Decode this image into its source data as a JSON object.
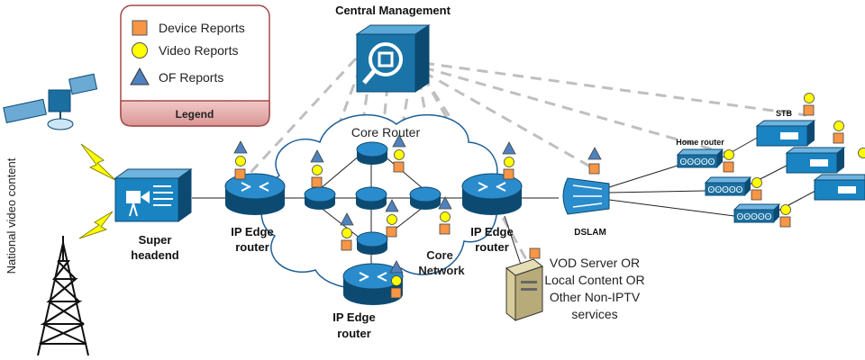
{
  "title": "Central Management",
  "legend": {
    "items": [
      {
        "shape": "square",
        "label": "Device Reports",
        "color": "#f79646"
      },
      {
        "shape": "circle",
        "label": "Video Reports",
        "color": "#ffff00"
      },
      {
        "shape": "triangle",
        "label": "OF Reports",
        "color": "#4f81bd"
      }
    ],
    "footer": "Legend"
  },
  "labels": {
    "core_router": "Core Router",
    "core_network": [
      "Core",
      "Network"
    ],
    "super_headend": [
      "Super",
      "headend"
    ],
    "ip_edge_left": [
      "IP Edge",
      "router"
    ],
    "ip_edge_right": [
      "IP Edge",
      "router"
    ],
    "ip_edge_bottom": [
      "IP Edge",
      "router"
    ],
    "dslam": "DSLAM",
    "home_router": "Home router",
    "stb": "STB",
    "vod": [
      "VOD Server OR",
      "Local Content OR",
      "Other Non-IPTV",
      "services"
    ],
    "national_video": "National video content"
  },
  "colors": {
    "device": "#1a6fa0",
    "device_light": "#2a86bf",
    "cloud_stroke": "#1f5f96",
    "dash": "#bfbfbf",
    "legend_border": "#a24a4a",
    "legend_footer": "#d99694",
    "square": "#f79646",
    "circle": "#ffff00",
    "triangle": "#4f81bd",
    "lightning": "#ffff00"
  }
}
